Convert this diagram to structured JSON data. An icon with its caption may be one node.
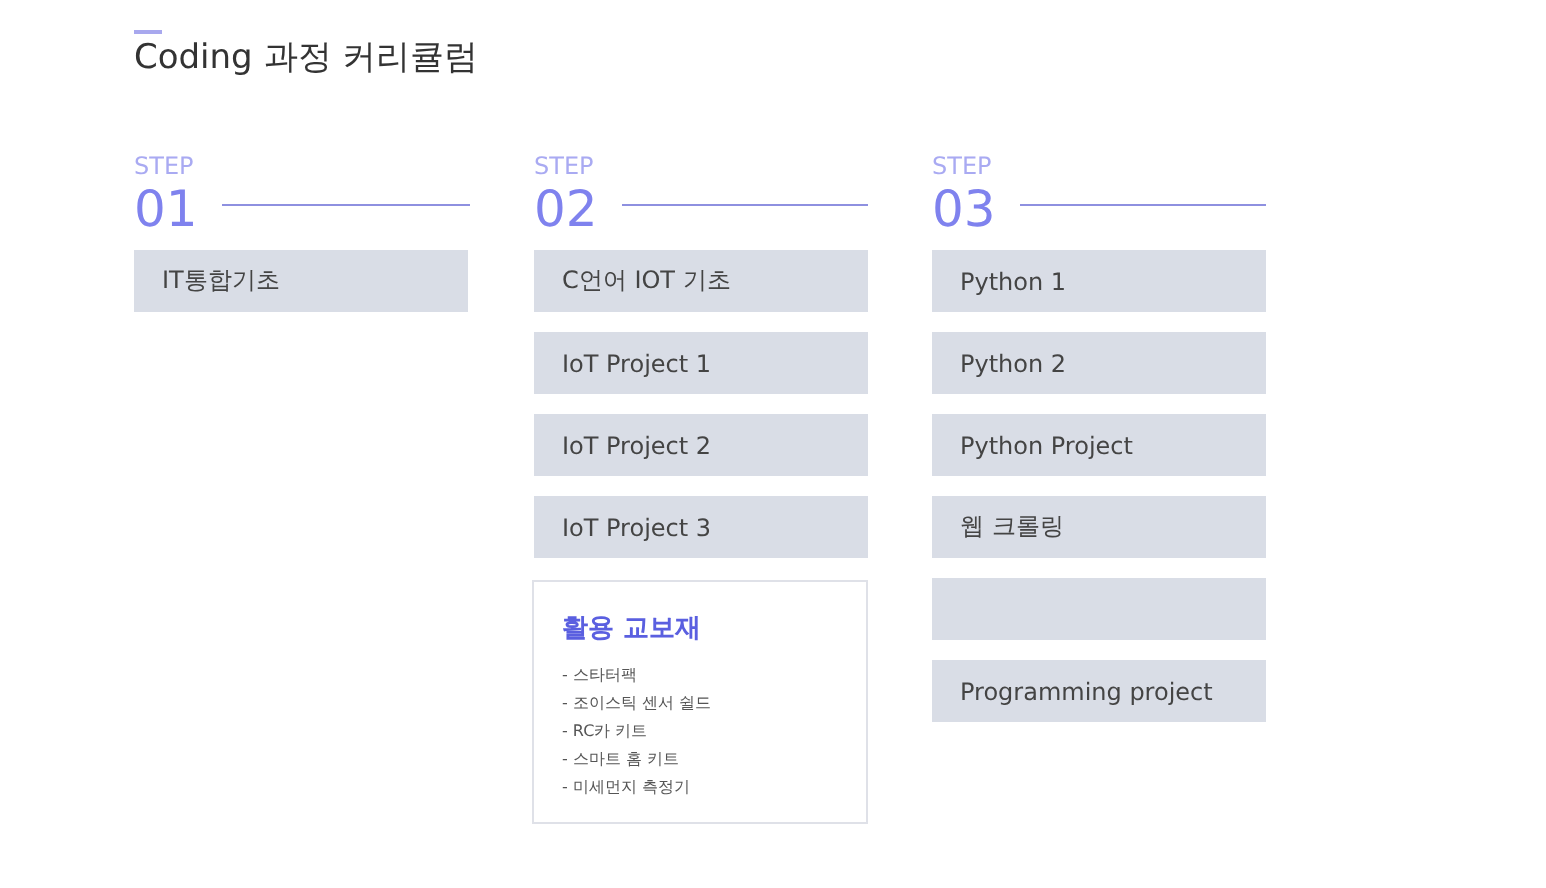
{
  "diagram": {
    "title": "Coding 과정 커리큘럼",
    "nodes": [
      {
        "text": [
          "IT통합기초"
        ]
      },
      {
        "text": [
          "C언어 IOT 기초"
        ]
      },
      {
        "text": [
          "IoT Project 1"
        ]
      },
      {
        "text": [
          "IoT Project 2"
        ]
      },
      {
        "text": [
          "IoT Project 3"
        ]
      },
      {
        "text": [
          "활용 교보재",
          "- 스타터팩",
          "- 조이스틱 센서 쉴드",
          "- RC카 키트",
          "- 스마트 홈 키트",
          "- 미세먼지 측정기"
        ]
      },
      {
        "text": [
          "Python 1"
        ]
      },
      {
        "text": [
          "Python 2"
        ]
      },
      {
        "text": [
          "Python Project"
        ]
      },
      {
        "text": [
          "웹 크롤링"
        ]
      },
      {
        "text": [],
        "shape": "box"
      },
      {
        "text": [
          "Programming project"
        ]
      }
    ],
    "labels": [
      "STEP",
      "01",
      "STEP",
      "02",
      "STEP",
      "03"
    ]
  }
}
